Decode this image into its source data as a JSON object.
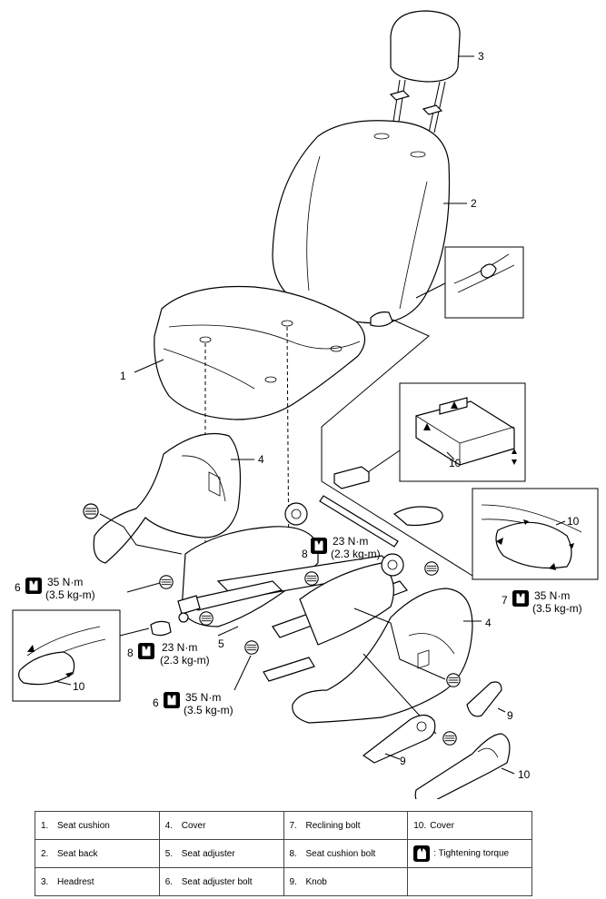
{
  "callouts": {
    "c1": "1",
    "c2": "2",
    "c3": "3",
    "c4a": "4",
    "c4b": "4",
    "c5": "5",
    "c6a": "6",
    "c6b": "6",
    "c7": "7",
    "c8a": "8",
    "c8b": "8",
    "c9a": "9",
    "c9b": "9",
    "c10a": "10",
    "c10b": "10",
    "c10c": "10",
    "c10d": "10"
  },
  "torques": {
    "t23a_nm": "23 N·m",
    "t23a_kg": "(2.3 kg-m)",
    "t35a_nm": "35 N·m",
    "t35a_kg": "(3.5 kg-m)",
    "t35b_nm": "35 N·m",
    "t35b_kg": "(3.5 kg-m)",
    "t23b_nm": "23 N·m",
    "t23b_kg": "(2.3 kg-m)",
    "t35c_nm": "35 N·m",
    "t35c_kg": "(3.5 kg-m)"
  },
  "legend": [
    [
      {
        "num": "1.",
        "label": "Seat cushion"
      },
      {
        "num": "4.",
        "label": "Cover"
      },
      {
        "num": "7.",
        "label": "Reclining bolt"
      },
      {
        "num": "10.",
        "label": "Cover"
      }
    ],
    [
      {
        "num": "2.",
        "label": "Seat back"
      },
      {
        "num": "5.",
        "label": "Seat adjuster"
      },
      {
        "num": "8.",
        "label": "Seat cushion bolt"
      },
      {
        "num": ":",
        "label": "Tightening torque"
      }
    ],
    [
      {
        "num": "3.",
        "label": "Headrest"
      },
      {
        "num": "6.",
        "label": "Seat adjuster bolt"
      },
      {
        "num": "9.",
        "label": "Knob"
      },
      {
        "num": "",
        "label": ""
      }
    ]
  ]
}
